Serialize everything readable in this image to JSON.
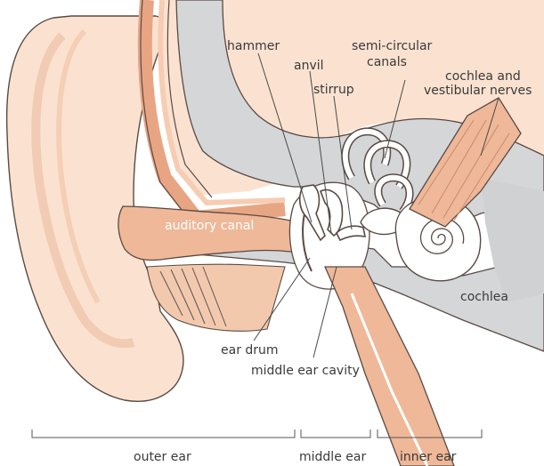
{
  "labels": {
    "hammer": "hammer",
    "anvil": "anvil",
    "stirrup": "stirrup",
    "semicircular_line1": "semi-circular",
    "semicircular_line2": "canals",
    "nerves_line1": "cochlea and",
    "nerves_line2": "vestibular nerves",
    "auditory_canal": "auditory canal",
    "cochlea": "cochlea",
    "ear_drum": "ear drum",
    "middle_ear_cavity": "middle ear cavity"
  },
  "regions": {
    "outer": "outer ear",
    "middle": "middle ear",
    "inner": "inner ear"
  },
  "colors": {
    "skin": "#f9dcc8",
    "skin_dark": "#efb898",
    "bone": "#d4d6d8",
    "outline": "#5a4a44",
    "canal_fill": "#f3c9ae"
  }
}
